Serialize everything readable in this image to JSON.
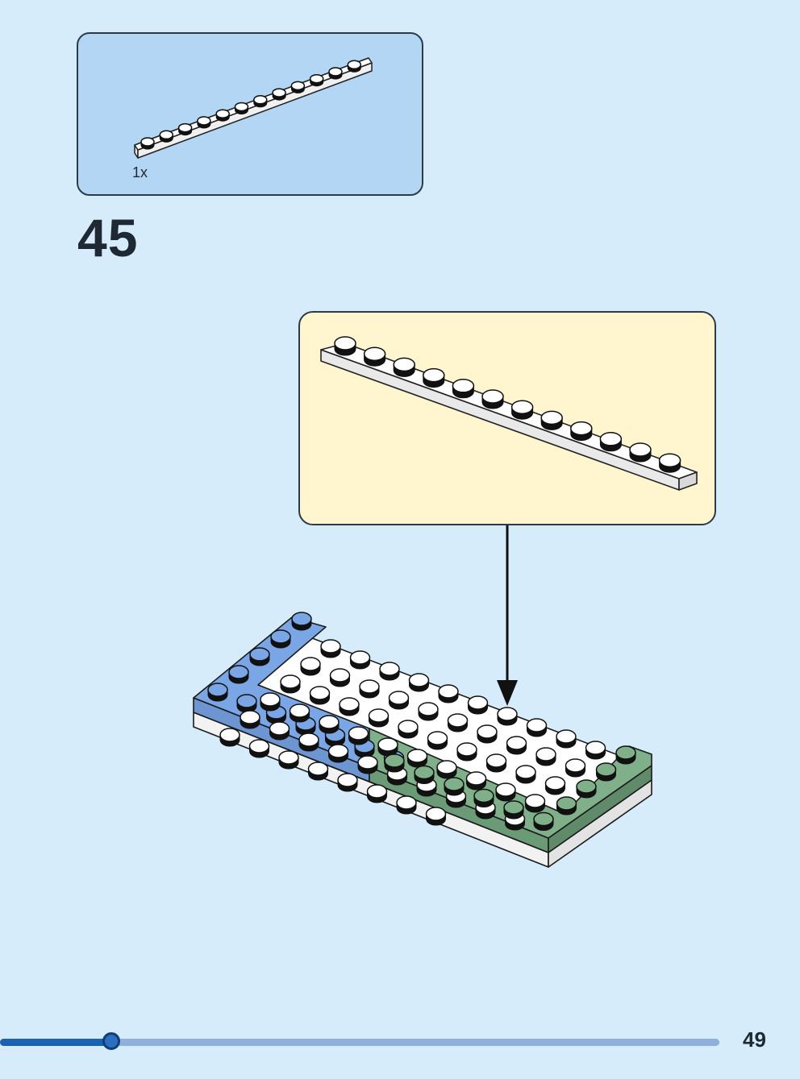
{
  "parts_list": {
    "items": [
      {
        "part": "white-plate-1x12-icon",
        "quantity": "1x",
        "color": "#ffffff"
      }
    ]
  },
  "step": {
    "number": "45"
  },
  "callout": {
    "part": "white-plate-1x12-icon",
    "color": "#ffffff"
  },
  "model": {
    "colors": {
      "blue": "#7aa6e6",
      "green": "#7fb08a",
      "white": "#ffffff",
      "outline": "#1a1a1a"
    }
  },
  "progress": {
    "fraction": 0.155
  },
  "page": {
    "number": "49"
  },
  "colors": {
    "background": "#d6ecfb",
    "parts_box": "#b2d6f3",
    "callout": "#fff6cf",
    "progress_track": "#8fb0da",
    "progress_fill": "#1b62b3"
  }
}
